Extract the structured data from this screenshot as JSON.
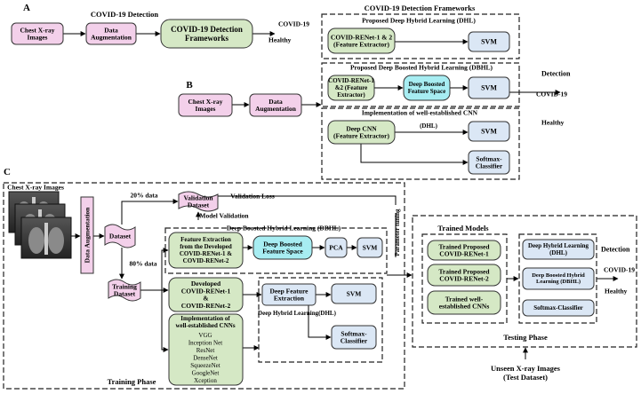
{
  "colors": {
    "pink": "#f3d0ea",
    "green": "#d5e8c5",
    "blue": "#dbe7f5",
    "cyan": "#a7edf2",
    "border": "#333333"
  },
  "sectionA": {
    "label": "A",
    "title": "COVID-19 Detection",
    "box_chest": "Chest X-ray|Images",
    "box_aug": "Data|Augmentation",
    "box_fw": "COVID-19 Detection|Frameworks",
    "out_covid": "COVID-19",
    "out_healthy": "Healthy"
  },
  "frameworks": {
    "title": "COVID-19 Detection Frameworks",
    "dhl_title": "Proposed Deep Hybrid Learning (DHL)",
    "dhl_box": "COVID-RENet-1 & 2|(Feature Extractor)",
    "svm": "SVM",
    "dbhl_title": "Proposed Deep Boosted Hybrid Learning (DBHL)",
    "dbhl_box": "COVID-RENet-1|&2 (Feature|Extractor)",
    "boosted": "Deep Boosted|Feature Space",
    "cnn_title": "Implementation of well-established CNN",
    "cnn_box": "Deep CNN|(Feature Extractor)",
    "dhl_tag": "(DHL)",
    "softmax": "Softmax-|Classifier",
    "detection": "Detection",
    "covid": "COVID-19",
    "healthy": "Healthy"
  },
  "sectionB": {
    "label": "B",
    "box_chest": "Chest X-ray|Images",
    "box_aug": "Data|Augmentation"
  },
  "sectionC": {
    "label": "C",
    "chest_label": "Chest X-ray Images",
    "data_aug": "Data Augmentation",
    "dataset": "Dataset",
    "pct20": "20% data",
    "pct80": "80% data",
    "validation": "Validation|Dataset",
    "validation_loss": "Validation Loss",
    "model_validation": "Model Validation",
    "param_tuning": "Parameter tuning",
    "training": "Training|Dataset",
    "dbhl_title": "Deep Boosted Hybrid Learning (DBHL)",
    "feat_extract": "Feature Extraction|from the Developed|COVID-RENet-1 &|COVID-RENet-2",
    "boosted": "Deep Boosted|Feature Space",
    "pca": "PCA",
    "svm": "SVM",
    "developed": "Developed|COVID-RENet-1|&|COVID-RENet-2",
    "deep_feat": "Deep Feature|Extraction",
    "dhl_label": "Deep Hybrid Learning(DHL)",
    "softmax": "Softmax-|Classifier",
    "impl_title": "Implementation of|well-established CNNs",
    "cnns": [
      "VGG",
      "Inception Net",
      "ResNet",
      "DenseNet",
      "SqueezeNet",
      "GoogleNet",
      "Xception"
    ],
    "training_phase": "Training Phase",
    "trained_models": "Trained Models",
    "trained1": "Trained Proposed|COVID-RENet-1",
    "trained2": "Trained Proposed|COVID-RENet-2",
    "trained3": "Trained well-|established CNNs",
    "r_dhl": "Deep Hybrid Learning|(DHL)",
    "r_dbhl": "Deep Boosted Hybrid|Learning (DBHL)",
    "r_softmax": "Softmax-Classifier",
    "detection": "Detection",
    "covid": "COVID-19",
    "healthy": "Healthy",
    "testing_phase": "Testing Phase",
    "unseen": "Unseen X-ray Images|(Test Dataset)"
  }
}
